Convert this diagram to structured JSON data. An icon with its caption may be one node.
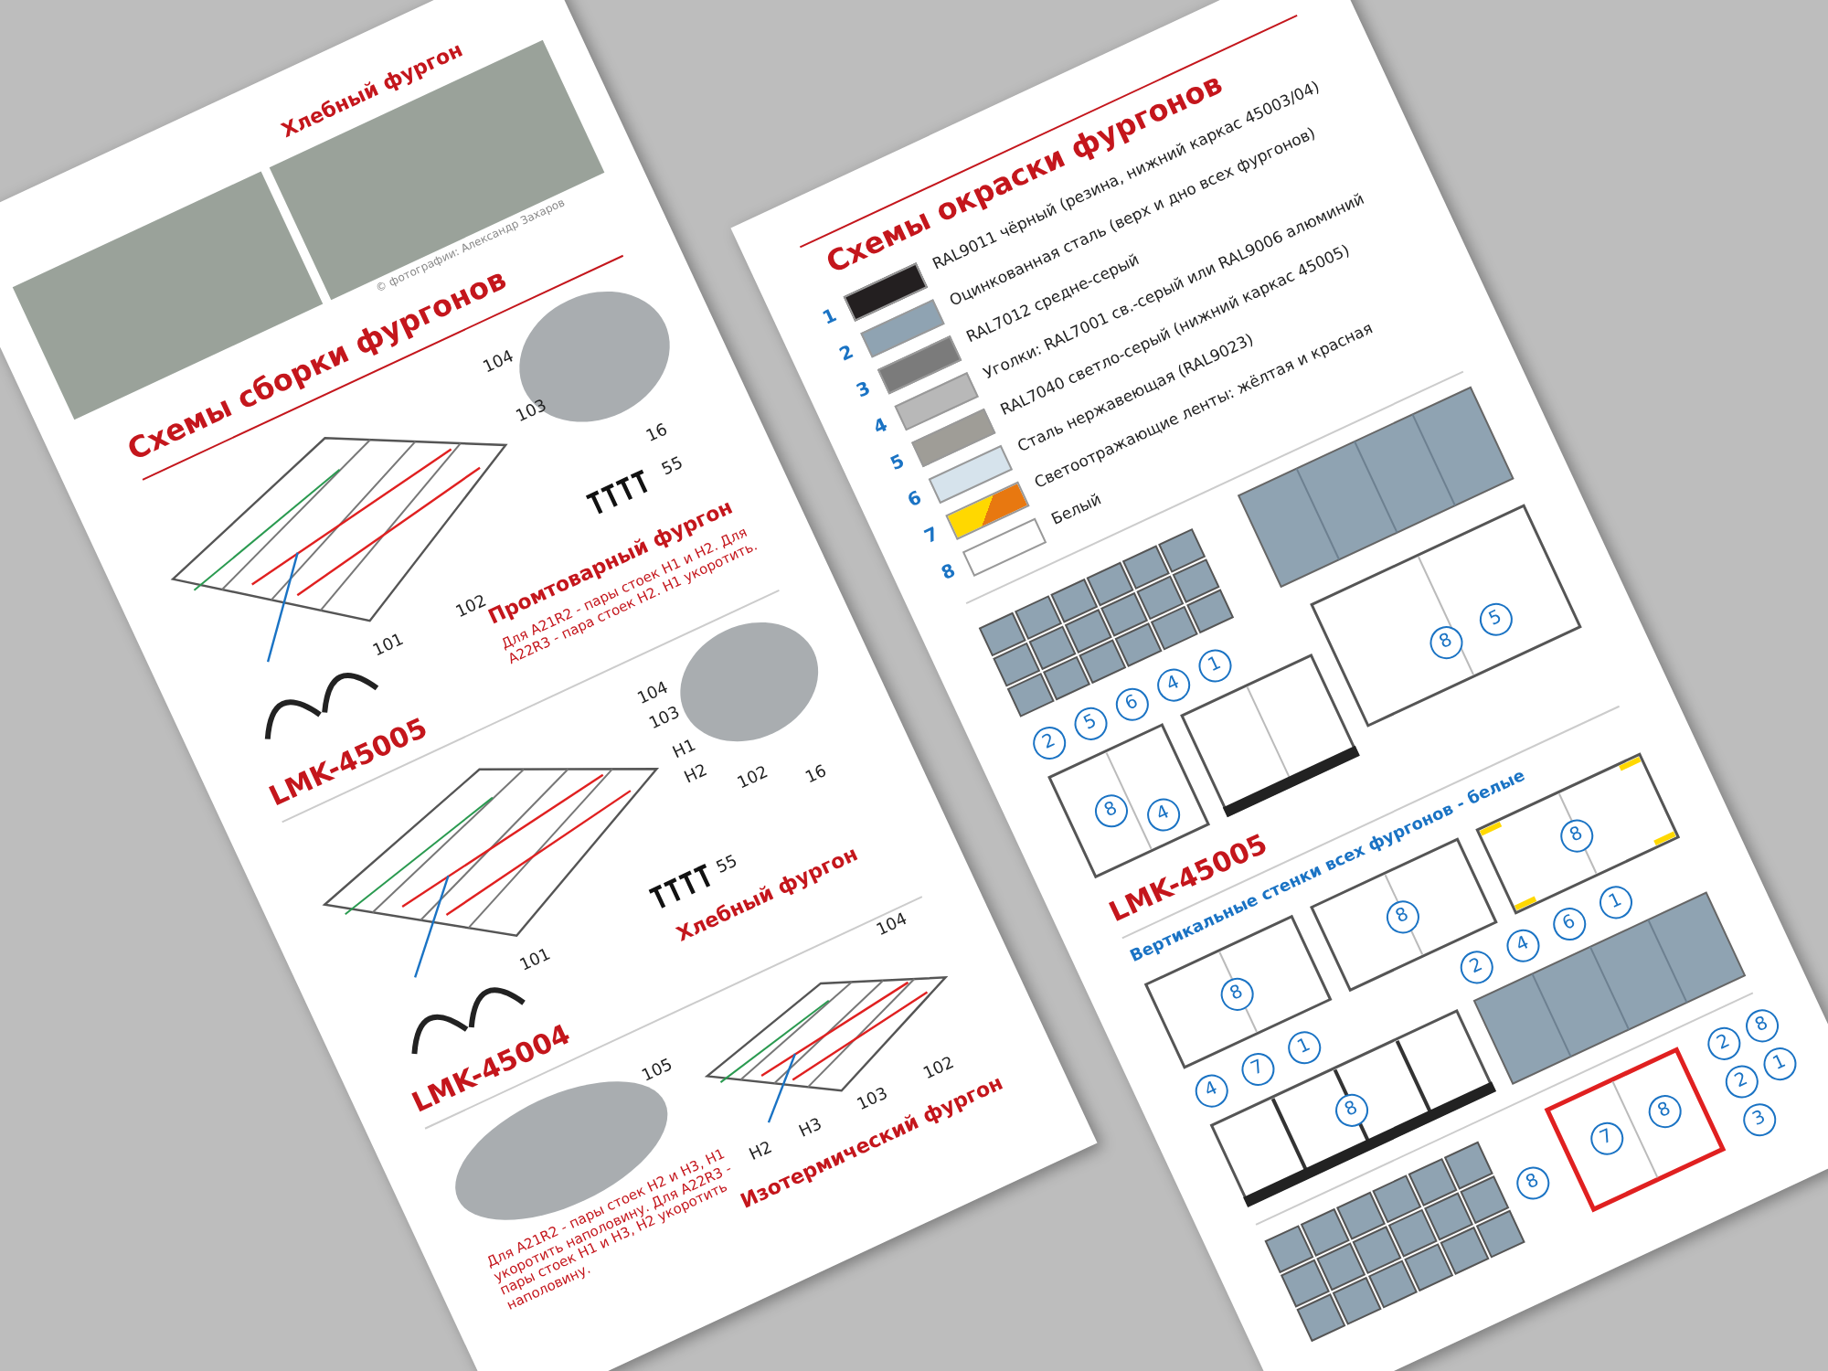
{
  "diagram": {
    "labels": [
      "Хлебный фургон",
      "© фотографии: Александр Захаров",
      "Схемы сборки фургонов",
      "104",
      "103",
      "16",
      "55",
      "101",
      "102",
      "Промтоварный фургон",
      "Для А21R2 - пары стоек Н1 и Н2. Для А22R3 - пара стоек Н2. Н1 укоротить.",
      "LMK-45005",
      "104",
      "103",
      "Н1",
      "Н2",
      "102",
      "16",
      "101",
      "55",
      "Хлебный фургон",
      "LMK-45004",
      "105",
      "104",
      "Н2",
      "Н3",
      "103",
      "102",
      "Для А21R2 - пары стоек Н2 и Н3, Н1 укоротить наполовину. Для А22R3 - пары стоек Н1 и Н3, Н2 укоротить наполовину.",
      "Изотермический фургон",
      "Схемы окраски фургонов",
      "1",
      "2",
      "3",
      "4",
      "5",
      "6",
      "7",
      "8",
      "2",
      "5",
      "6",
      "4",
      "1",
      "5",
      "8",
      "8",
      "4",
      "LMK-45005",
      "Вертикальные стенки всех фургонов - белые",
      "8",
      "8",
      "8",
      "4",
      "7",
      "1",
      "2",
      "4",
      "6",
      "1",
      "8",
      "2",
      "8",
      "2",
      "1",
      "3",
      "8",
      "7",
      "8"
    ],
    "legend": [
      {
        "text": "RAL9011 чёрный (резина, нижний каркас 45003/04)",
        "color": "#231f20"
      },
      {
        "text": "Оцинкованная сталь (верх и дно всех фургонов)",
        "color": "#8fa3b2"
      },
      {
        "text": "RAL7012 средне-серый",
        "color": "#7b7b7b"
      },
      {
        "text": "Уголки: RAL7001 св.-серый или RAL9006 алюминий",
        "color": "#b8b8b8"
      },
      {
        "text": "RAL7040 светло-серый (нижний каркас 45005)",
        "color": "#9f9d97"
      },
      {
        "text": "Сталь нержавеющая (RAL9023)",
        "color": "#d6e3ec"
      },
      {
        "text": "Светоотражающие ленты: жёлтая и красная"
      },
      {
        "text": "Белый",
        "color": "#ffffff"
      }
    ]
  }
}
